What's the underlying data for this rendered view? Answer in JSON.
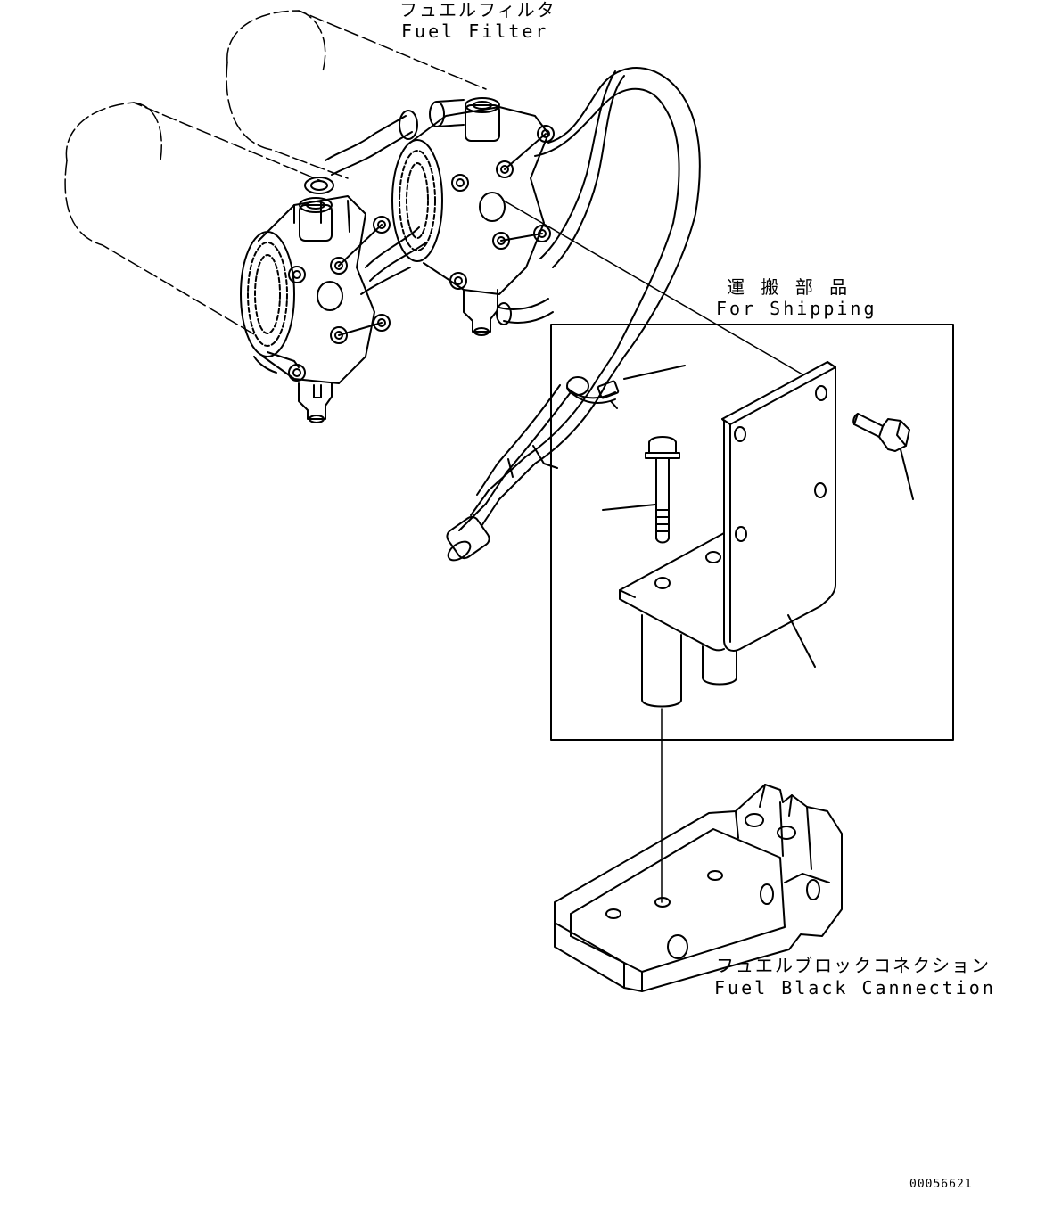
{
  "labels": {
    "fuel_filter_jp": "フュエルフィルタ",
    "fuel_filter_en": "Fuel Filter",
    "for_shipping_jp": "運 搬 部 品",
    "for_shipping_en": "For Shipping",
    "fuel_block_jp": "フュエルブロックコネクション",
    "fuel_block_en": "Fuel Black Cannection",
    "drawing_number": "00056621"
  },
  "colors": {
    "line": "#000000",
    "background": "#ffffff"
  }
}
